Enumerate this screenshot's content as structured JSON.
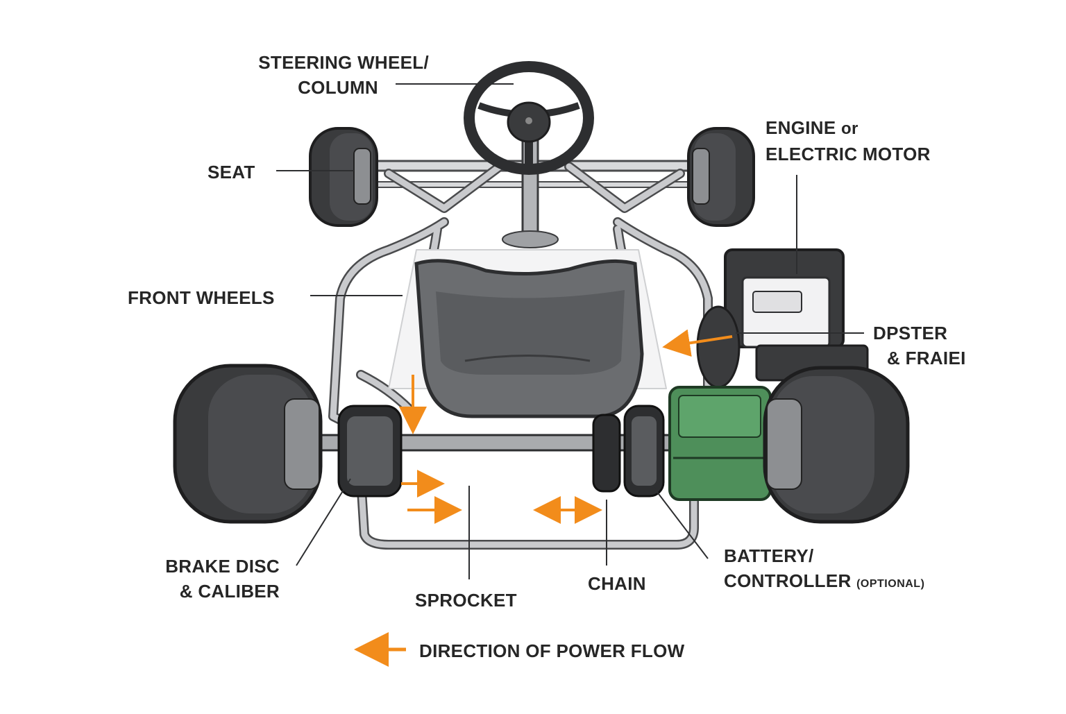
{
  "labels": {
    "steering": {
      "line1": "STEERING WHEEL/",
      "line2": "COLUMN"
    },
    "engine": {
      "line1a": "ENGINE",
      "line1b": "or",
      "line2": "ELECTRIC MOTOR"
    },
    "seat": "SEAT",
    "front_wheels": "FRONT WHEELS",
    "dpster": {
      "line1": "DPSTER",
      "line2": "& FRAIEI"
    },
    "brake": {
      "line1": "BRAKE DISC",
      "line2": "& CALIBER"
    },
    "sprocket": "SPROCKET",
    "chain": "CHAIN",
    "battery": {
      "line1": "BATTERY/",
      "line2a": "CONTROLLER",
      "line2b": "(OPTIONAL)"
    }
  },
  "legend": {
    "text": "DIRECTION OF POWER FLOW",
    "icon": "arrow-left-icon"
  },
  "colors": {
    "arrow": "#f28c1b",
    "tire": "#3a3b3d",
    "frame": "#a9abae",
    "battery": "#4e8f5a",
    "seat": "#6b6d70",
    "text": "#262626"
  }
}
